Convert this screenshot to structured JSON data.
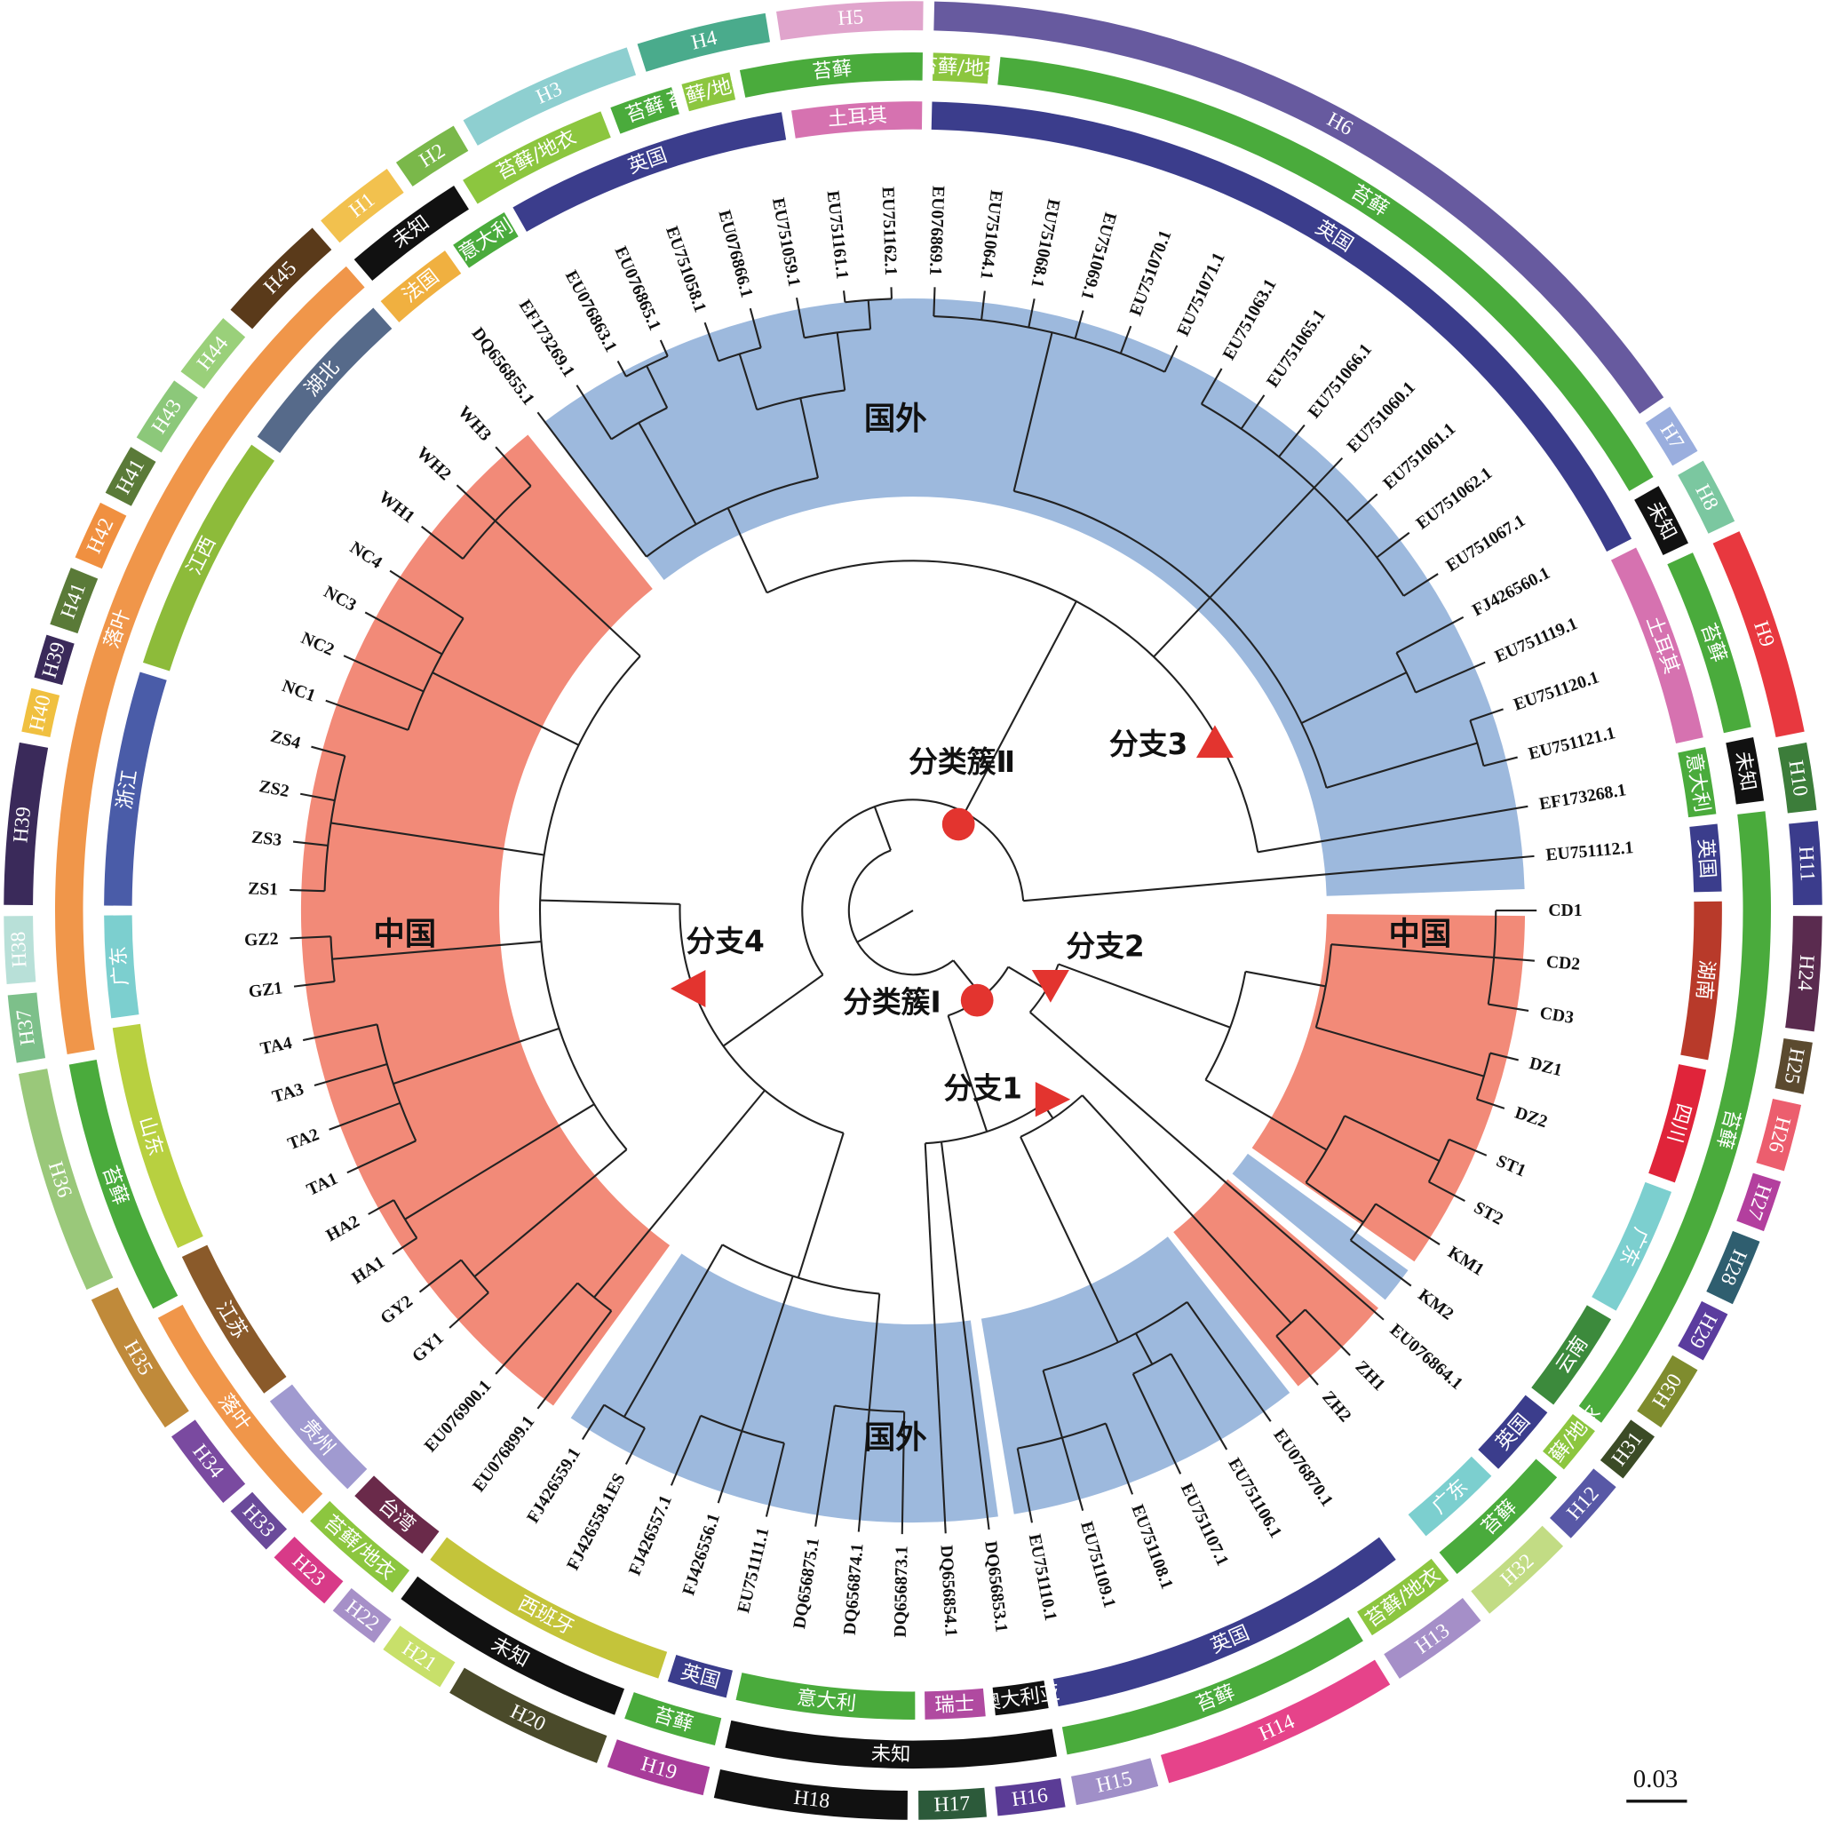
{
  "leaves": [
    "EU076869.1",
    "EU751064.1",
    "EU751068.1",
    "EU751069.1",
    "EU751070.1",
    "EU751071.1",
    "EU751063.1",
    "EU751065.1",
    "EU751066.1",
    "EU751060.1",
    "EU751061.1",
    "EU751062.1",
    "EU751067.1",
    "FJ426560.1",
    "EU751119.1",
    "EU751120.1",
    "EU751121.1",
    "EF173268.1",
    "EU751112.1",
    "CD1",
    "CD2",
    "CD3",
    "DZ1",
    "DZ2",
    "ST1",
    "ST2",
    "KM1",
    "KM2",
    "EU076864.1",
    "ZH1",
    "ZH2",
    "EU076870.1",
    "EU751106.1",
    "EU751107.1",
    "EU751108.1",
    "EU751109.1",
    "EU751110.1",
    "DQ656853.1",
    "DQ656854.1",
    "DQ656873.1",
    "DQ656874.1",
    "DQ656875.1",
    "EU751111.1",
    "FJ426556.1",
    "FJ426557.1",
    "FJ426558.1ES",
    "FJ426559.1",
    "EU076899.1",
    "EU076900.1",
    "GY1",
    "GY2",
    "HA1",
    "HA2",
    "TA1",
    "TA2",
    "TA3",
    "TA4",
    "GZ1",
    "GZ2",
    "ZS1",
    "ZS3",
    "ZS2",
    "ZS4",
    "NC1",
    "NC2",
    "NC3",
    "NC4",
    "WH1",
    "WH2",
    "WH3",
    "DQ656855.1",
    "EF173269.1",
    "EU076863.1",
    "EU076865.1",
    "EU751058.1",
    "EU076866.1",
    "EU751059.1",
    "EU751161.1",
    "EU751162.1"
  ],
  "sector_labels": {
    "foreign_top": "国外",
    "foreign_bottom": "国外",
    "china_left": "中国",
    "china_right": "中国"
  },
  "clade_labels": {
    "clade2": "分类簇Ⅱ",
    "clade1": "分类簇Ⅰ",
    "branch1": "分支1",
    "branch2": "分支2",
    "branch3": "分支3",
    "branch4": "分支4"
  },
  "colors": {
    "foreign": "#9db9dd",
    "china": "#f28a78",
    "marker": "#e3342f",
    "branch": "#222222"
  },
  "rings": {
    "haplotype": [
      {
        "label": "H6",
        "color": "#675a9f"
      },
      {
        "label": "H7",
        "color": "#9aaede"
      },
      {
        "label": "H8",
        "color": "#7bc7a0"
      },
      {
        "label": "H9",
        "color": "#e8383f"
      },
      {
        "label": "H10",
        "color": "#3c7d3a"
      },
      {
        "label": "H11",
        "color": "#3b3c8c"
      },
      {
        "label": "H24",
        "color": "#5a2b4f"
      },
      {
        "label": "H25",
        "color": "#5b4a2f"
      },
      {
        "label": "H26",
        "color": "#ec5e6e"
      },
      {
        "label": "H27",
        "color": "#b33f9e"
      },
      {
        "label": "H28",
        "color": "#2f5e6f"
      },
      {
        "label": "H29",
        "color": "#5b3c9e"
      },
      {
        "label": "H30",
        "color": "#7f8c2e"
      },
      {
        "label": "H31",
        "color": "#3b4b26"
      },
      {
        "label": "H12",
        "color": "#5858a6"
      },
      {
        "label": "H32",
        "color": "#c2dc84"
      },
      {
        "label": "H13",
        "color": "#a58fc8"
      },
      {
        "label": "H14",
        "color": "#e6438a"
      },
      {
        "label": "H15",
        "color": "#a08fc8"
      },
      {
        "label": "H16",
        "color": "#5b3c96"
      },
      {
        "label": "H17",
        "color": "#2c5a3a"
      },
      {
        "label": "H18",
        "color": "#111111"
      },
      {
        "label": "H19",
        "color": "#a83c9a"
      },
      {
        "label": "H20",
        "color": "#4a4a2a"
      },
      {
        "label": "H21",
        "color": "#c8e06a"
      },
      {
        "label": "H22",
        "color": "#a690c8"
      },
      {
        "label": "H23",
        "color": "#d83a88"
      },
      {
        "label": "H33",
        "color": "#6a4a9a"
      },
      {
        "label": "H34",
        "color": "#7a4aa0"
      },
      {
        "label": "H35",
        "color": "#c08a3a"
      },
      {
        "label": "H36",
        "color": "#9ac87a"
      },
      {
        "label": "H37",
        "color": "#7dc08a"
      },
      {
        "label": "H38",
        "color": "#b8e0d8"
      },
      {
        "label": "H39",
        "color": "#3a2a5a"
      },
      {
        "label": "H40",
        "color": "#f0c040"
      },
      {
        "label": "H39",
        "color": "#3a2a5a"
      },
      {
        "label": "H41",
        "color": "#5a7a38"
      },
      {
        "label": "H42",
        "color": "#f09040"
      },
      {
        "label": "H41",
        "color": "#5a7a38"
      },
      {
        "label": "H43",
        "color": "#8cc87a"
      },
      {
        "label": "H44",
        "color": "#9ad07a"
      },
      {
        "label": "H45",
        "color": "#5a3a1a"
      },
      {
        "label": "H1",
        "color": "#f2c14e"
      },
      {
        "label": "H2",
        "color": "#7ab84a"
      },
      {
        "label": "H3",
        "color": "#8ecfd0"
      },
      {
        "label": "H4",
        "color": "#4aab8c"
      },
      {
        "label": "H5",
        "color": "#e0a4cc"
      }
    ],
    "habitat": [
      {
        "label": "苔藓/地衣",
        "color": "#8cc63f"
      },
      {
        "label": "苔藓",
        "color": "#4aab3c"
      },
      {
        "label": "未知",
        "color": "#111111"
      },
      {
        "label": "苔藓",
        "color": "#4aab3c"
      },
      {
        "label": "未知",
        "color": "#111111"
      },
      {
        "label": "苔藓",
        "color": "#4aab3c"
      },
      {
        "label": "苔藓/地衣",
        "color": "#8cc63f"
      },
      {
        "label": "苔藓",
        "color": "#4aab3c"
      },
      {
        "label": "苔藓/地衣",
        "color": "#8cc63f"
      },
      {
        "label": "苔藓",
        "color": "#4aab3c"
      },
      {
        "label": "未知",
        "color": "#111111"
      },
      {
        "label": "苔藓",
        "color": "#4aab3c"
      },
      {
        "label": "未知",
        "color": "#111111"
      },
      {
        "label": "苔藓/地衣",
        "color": "#8cc63f"
      },
      {
        "label": "落叶",
        "color": "#f0964a"
      },
      {
        "label": "苔藓",
        "color": "#4aab3c"
      },
      {
        "label": "落叶",
        "color": "#f0964a"
      },
      {
        "label": "未知",
        "color": "#111111"
      },
      {
        "label": "苔藓/地衣",
        "color": "#8cc63f"
      },
      {
        "label": "苔藓",
        "color": "#4aab3c"
      },
      {
        "label": "苔藓/地衣",
        "color": "#8cc63f"
      },
      {
        "label": "苔藓",
        "color": "#4aab3c"
      }
    ],
    "country": [
      {
        "label": "英国",
        "color": "#3b3d8c"
      },
      {
        "label": "土耳其",
        "color": "#d672b0"
      },
      {
        "label": "意大利",
        "color": "#4aab3c"
      },
      {
        "label": "英国",
        "color": "#3b3d8c"
      },
      {
        "label": "湖南",
        "color": "#b83a2a"
      },
      {
        "label": "四川",
        "color": "#e0243a"
      },
      {
        "label": "广东",
        "color": "#7ccfcf"
      },
      {
        "label": "云南",
        "color": "#3c8a3c"
      },
      {
        "label": "英国",
        "color": "#3b3d8c"
      },
      {
        "label": "广东",
        "color": "#7ccfcf"
      },
      {
        "label": "英国",
        "color": "#3b3d8c"
      },
      {
        "label": "澳大利亚",
        "color": "#111111"
      },
      {
        "label": "瑞士",
        "color": "#b04aa0"
      },
      {
        "label": "意大利",
        "color": "#4aab3c"
      },
      {
        "label": "英国",
        "color": "#3b3d8c"
      },
      {
        "label": "西班牙",
        "color": "#c4c43a"
      },
      {
        "label": "台湾",
        "color": "#6a2a4a"
      },
      {
        "label": "贵州",
        "color": "#a09ad0"
      },
      {
        "label": "江苏",
        "color": "#8a5a2a"
      },
      {
        "label": "山东",
        "color": "#b8d040"
      },
      {
        "label": "广东",
        "color": "#7ccfcf"
      },
      {
        "label": "浙江",
        "color": "#4a5ca8"
      },
      {
        "label": "江西",
        "color": "#8dbb3a"
      },
      {
        "label": "湖北",
        "color": "#566a8a"
      },
      {
        "label": "法国",
        "color": "#f0b040"
      },
      {
        "label": "意大利",
        "color": "#4aab3c"
      },
      {
        "label": "英国",
        "color": "#3b3d8c"
      },
      {
        "label": "土耳其",
        "color": "#d672b0"
      }
    ]
  },
  "scale_bar": "0.03"
}
